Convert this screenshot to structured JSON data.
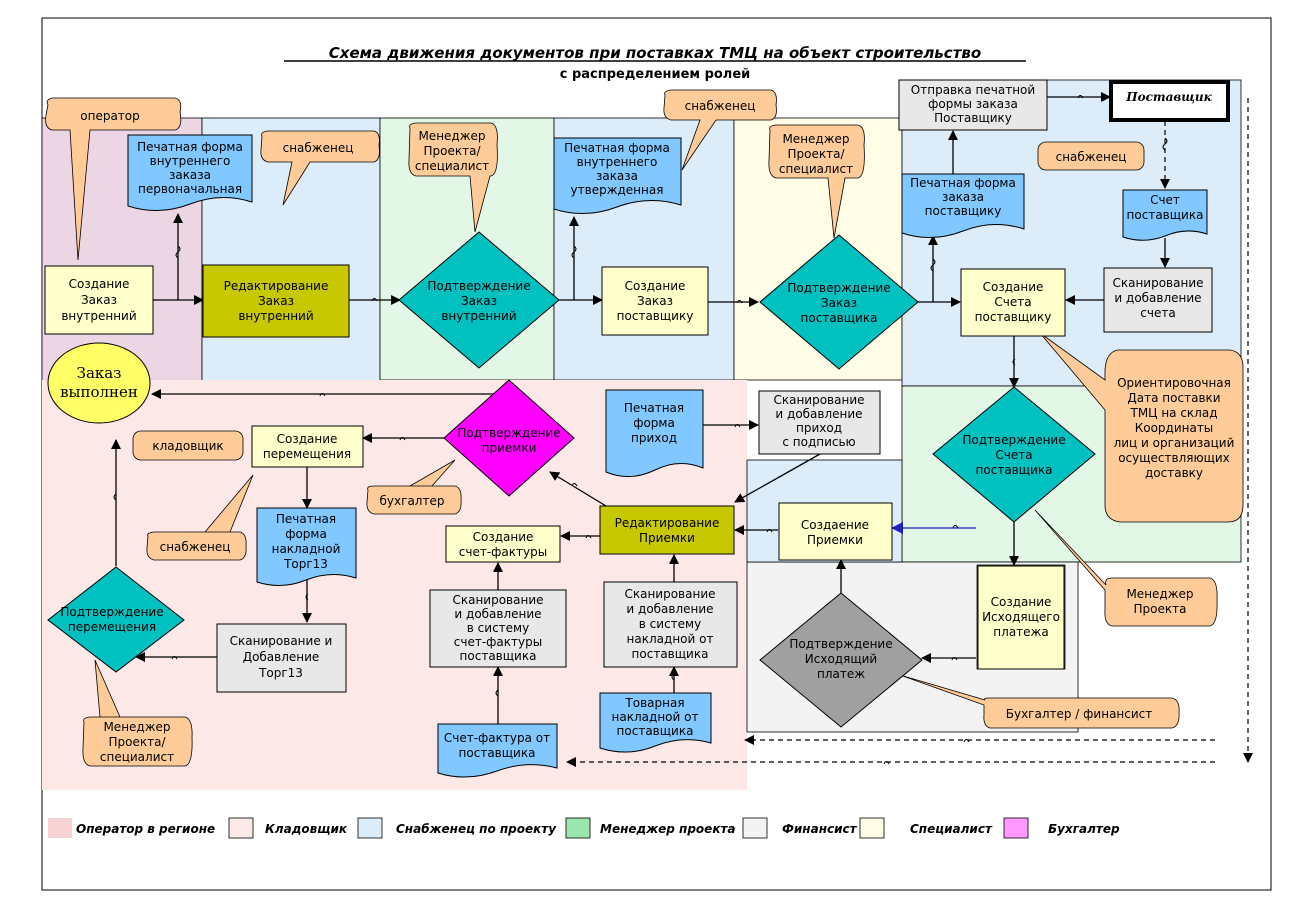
{
  "header": {
    "title": "Схема движения документов при поставках ТМЦ на объект строительство",
    "subtitle": "с распределением ролей"
  },
  "colors": {
    "operator_zone": "#ecd6e3",
    "warehouse_zone": "#fde8e8",
    "supply_zone": "#dcecf8",
    "manager_zone": "#e2f7e6",
    "finance_zone": "#f3f3f3",
    "specialist_zone": "#fffde6",
    "accountant_zone": "#ff00ff",
    "process_yellow": "#ffffcc",
    "process_olive": "#c8c800",
    "decision_teal": "#00c0c0",
    "decision_magenta": "#ff00ff",
    "decision_gray": "#a0a0a0",
    "document_blue": "#80c8ff",
    "callout_orange": "#ffcc99",
    "process_gray": "#e8e8e8"
  },
  "callouts": {
    "operator": "оператор",
    "supplier_1": "снабженец",
    "manager_1": [
      "Менеджер",
      "Проекта/",
      "специалист"
    ],
    "supplier_2": "снабженец",
    "manager_2": [
      "Менеджер",
      "Проекта/",
      "специалист"
    ],
    "supplier_3": "снабженец",
    "delivery_info": [
      "Ориентировочная",
      "Дата поставки",
      "ТМЦ на склад",
      "Координаты",
      "лиц и организаций",
      "осуществляющих",
      "доставку"
    ],
    "manager_3": [
      "Менеджер",
      "Проекта"
    ],
    "accountant_finance": "Бухгалтер / финансист",
    "storekeeper": "кладовщик",
    "accountant": "бухгалтер",
    "supplier_4": "снабженец",
    "manager_4": [
      "Менеджер",
      "Проекта/",
      "специалист"
    ]
  },
  "nodes": {
    "create_internal": [
      "Создание",
      "Заказ",
      "внутренний"
    ],
    "print_internal_initial": [
      "Печатная форма",
      "внутреннего",
      "заказа",
      "первоначальная"
    ],
    "edit_internal": [
      "Редактирование",
      "Заказ",
      "внутренний"
    ],
    "confirm_internal": [
      "Подтверждение",
      "Заказ",
      "внутренний"
    ],
    "print_internal_approved": [
      "Печатная форма",
      "внутреннего",
      "заказа",
      "утвержденная"
    ],
    "create_supplier_order": [
      "Создание",
      "Заказ",
      "поставщику"
    ],
    "confirm_supplier_order": [
      "Подтверждение",
      "Заказ",
      "поставщика"
    ],
    "send_print_order": [
      "Отправка печатной",
      "формы заказа",
      "Поставщику"
    ],
    "supplier": "Поставщик",
    "print_supplier_order": [
      "Печатная форма",
      "заказа",
      "поставщику"
    ],
    "supplier_invoice": [
      "Счет",
      "поставщика"
    ],
    "scan_invoice": [
      "Сканирование",
      "и добавление",
      "счета"
    ],
    "create_invoice": [
      "Создание",
      "Счета",
      "поставщику"
    ],
    "confirm_invoice": [
      "Подтверждение",
      "Счета",
      "поставщика"
    ],
    "create_payment": [
      "Создание",
      "Исходящего",
      "платежа"
    ],
    "confirm_payment": [
      "Подтверждение",
      "Исходящий",
      "платеж"
    ],
    "create_receipt": [
      "Создаение",
      "Приемки"
    ],
    "scan_receipt": [
      "Сканирование",
      "и добавление",
      "приход",
      "с подписью"
    ],
    "print_receipt": [
      "Печатная",
      "форма",
      "приход"
    ],
    "edit_receipt": [
      "Редактирование",
      "Приемки"
    ],
    "confirm_receipt": [
      "Подтверждение",
      "приемки"
    ],
    "create_invoice_fact": [
      "Создание",
      "счет-фактуры"
    ],
    "scan_invoice_fact": [
      "Сканирование",
      "и добавление",
      "в систему",
      "счет-фактуры",
      "поставщика"
    ],
    "invoice_fact_from_supplier": [
      "Счет-фактура от",
      "поставщика"
    ],
    "scan_waybill": [
      "Сканирование",
      "и добавление",
      "в систему",
      "накладной от",
      "поставщика"
    ],
    "waybill_from_supplier": [
      "Товарная",
      "накладной от",
      "поставщика"
    ],
    "create_transfer": [
      "Создание",
      "перемещения"
    ],
    "print_torg12": [
      "Печатная",
      "форма",
      "накладной",
      "Торг13"
    ],
    "scan_torg13": [
      "Сканирование и",
      "Добавление",
      "Торг13"
    ],
    "confirm_transfer": [
      "Подтверждение",
      "перемещения"
    ],
    "order_done": [
      "Заказ",
      "выполнен"
    ]
  },
  "legend": [
    {
      "label": "Оператор в регионе",
      "color": "#f6d2d2"
    },
    {
      "label": "Кладовщик",
      "color": "#fde8e8"
    },
    {
      "label": "Снабженец по проекту",
      "color": "#dcecf8"
    },
    {
      "label": "Менеджер проекта",
      "color": "#9ee6b0"
    },
    {
      "label": "Финансист",
      "color": "#f3f3f3"
    },
    {
      "label": "Специалист",
      "color": "#fffde6"
    },
    {
      "label": "Бухгалтер",
      "color": "#ff99ff"
    }
  ]
}
